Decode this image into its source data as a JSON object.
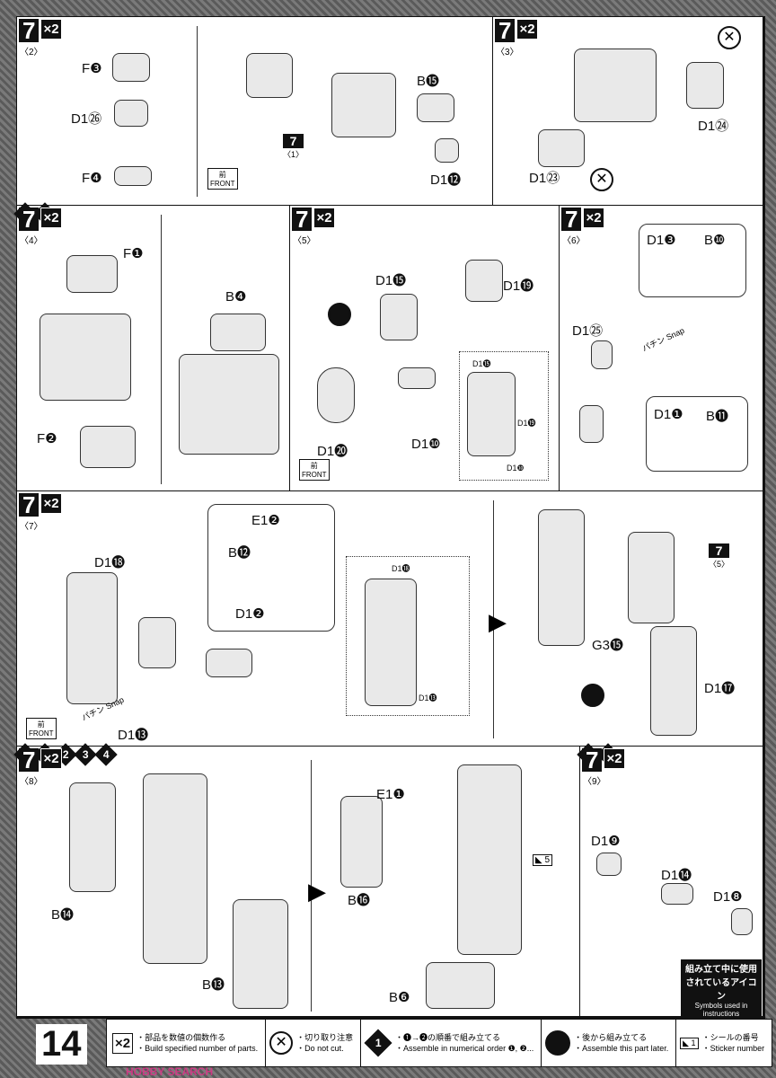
{
  "page_number": "14",
  "steps": [
    {
      "num": "7",
      "sub": "〈2〉",
      "mult": "×2",
      "parts": [
        "F❸",
        "D1㉖",
        "F❹",
        "B⓯",
        "D1⓬"
      ],
      "ref": "7",
      "ref_sub": "〈1〉",
      "front_jp": "前",
      "front": "FRONT"
    },
    {
      "num": "7",
      "sub": "〈3〉",
      "mult": "×2",
      "parts": [
        "D1㉔",
        "D1㉓"
      ]
    },
    {
      "num": "7",
      "sub": "〈4〉",
      "mult": "×2",
      "parts": [
        "F❶",
        "F❷",
        "B❹"
      ],
      "order": [
        "1",
        "2"
      ]
    },
    {
      "num": "7",
      "sub": "〈5〉",
      "mult": "×2",
      "parts": [
        "D1⓯",
        "D1⓳",
        "D1⓴",
        "D1❿"
      ],
      "detail": [
        "D1⓯",
        "D1⓳",
        "D1❿"
      ],
      "front_jp": "前",
      "front": "FRONT"
    },
    {
      "num": "7",
      "sub": "〈6〉",
      "mult": "×2",
      "parts": [
        "D1❸",
        "B❿",
        "D1㉕",
        "D1❶",
        "B⓫"
      ],
      "snap_jp": "パチン",
      "snap": "Snap"
    },
    {
      "num": "7",
      "sub": "〈7〉",
      "mult": "×2",
      "parts": [
        "D1⓲",
        "E1❷",
        "B⓬",
        "D1❷",
        "D1⓭",
        "G3⓯",
        "D1⓱"
      ],
      "detail": [
        "D1⓲",
        "D1⓭"
      ],
      "ref": "7",
      "ref_sub": "〈5〉",
      "snap_jp": "パチン",
      "snap": "Snap",
      "front_jp": "前",
      "front": "FRONT"
    },
    {
      "num": "7",
      "sub": "〈8〉",
      "mult": "×2",
      "parts": [
        "B⓮",
        "B⓭",
        "E1❶",
        "B⓰",
        "B❻"
      ],
      "order": [
        "1",
        "2",
        "2",
        "3",
        "4"
      ],
      "sticker": "5"
    },
    {
      "num": "7",
      "sub": "〈9〉",
      "mult": "×2",
      "parts": [
        "D1❾",
        "D1⓮",
        "D1❽"
      ],
      "order": [
        "1",
        "2"
      ]
    }
  ],
  "symbols_box": {
    "jp": "組み立て中に使用されているアイコン",
    "en": "Symbols used in instructions"
  },
  "legend": [
    {
      "icon": "×2",
      "jp": "・部品を数値の個数作る",
      "en": "・Build specified number of parts."
    },
    {
      "icon": "cut-icon",
      "jp": "・切り取り注意",
      "en": "・Do not cut."
    },
    {
      "icon": "1",
      "jp": "・❶→❷の順番で組み立てる",
      "en": "・Assemble in numerical order ❶, ❷..."
    },
    {
      "icon": "assemble-later-icon",
      "jp": "・後から組み立てる",
      "en": "・Assemble this part later."
    },
    {
      "icon": "sticker-icon",
      "jp": "・シールの番号",
      "en": "・Sticker number",
      "num": "1"
    }
  ],
  "watermark": "HOBBY SEARCH"
}
